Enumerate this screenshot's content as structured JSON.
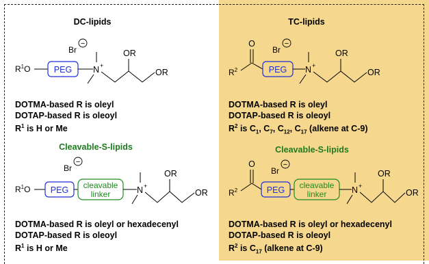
{
  "colors": {
    "panel_bg": "#f5d78e",
    "peg_blue": "#1f2fd6",
    "linker_green": "#1e8a1e",
    "heading_green": "#1e7a1e"
  },
  "atoms": {
    "bromide": "Br",
    "peg": "PEG",
    "nitrogen": "N",
    "charge_plus": "+",
    "charge_minus": "−",
    "oxygen": "O",
    "ether": "OR",
    "r1": "R",
    "r1_sup": "1",
    "r1_o": "O",
    "r2": "R",
    "r2_sup": "2",
    "linker_line1": "cleavable",
    "linker_line2": "linker"
  },
  "left": {
    "title": "DC-lipids",
    "subtitle": "Cleavable-S-lipids",
    "top_desc": {
      "line1": "DOTMA-based R is oleyl",
      "line2": "DOTAP-based R is oleoyl",
      "line3_pre": "R",
      "line3_sup": "1",
      "line3_post": " is H or Me"
    },
    "bottom_desc": {
      "line1": "DOTMA-based R is oleyl or hexadecenyl",
      "line2": "DOTAP-based R is oleoyl",
      "line3_pre": "R",
      "line3_sup": "1",
      "line3_post": " is H or Me"
    }
  },
  "right": {
    "title": "TC-lipids",
    "subtitle": "Cleavable-S-lipids",
    "top_desc": {
      "line1": "DOTMA-based R is oleyl",
      "line2": "DOTAP-based R is oleoyl",
      "line3_pre": "R",
      "line3_sup": "2",
      "line3_mid": " is C",
      "c1": "1",
      "c7": "7",
      "c12": "12",
      "c17": "17",
      "sep": ", C",
      "line3_post": " (alkene at C-9)"
    },
    "bottom_desc": {
      "line1": "DOTMA-based R is oleyl or hexadecenyl",
      "line2": "DOTAP-based R is oleoyl",
      "line3_pre": "R",
      "line3_sup": "2",
      "line3_mid": " is C",
      "c17": "17",
      "line3_post": " (alkene at C-9)"
    }
  }
}
